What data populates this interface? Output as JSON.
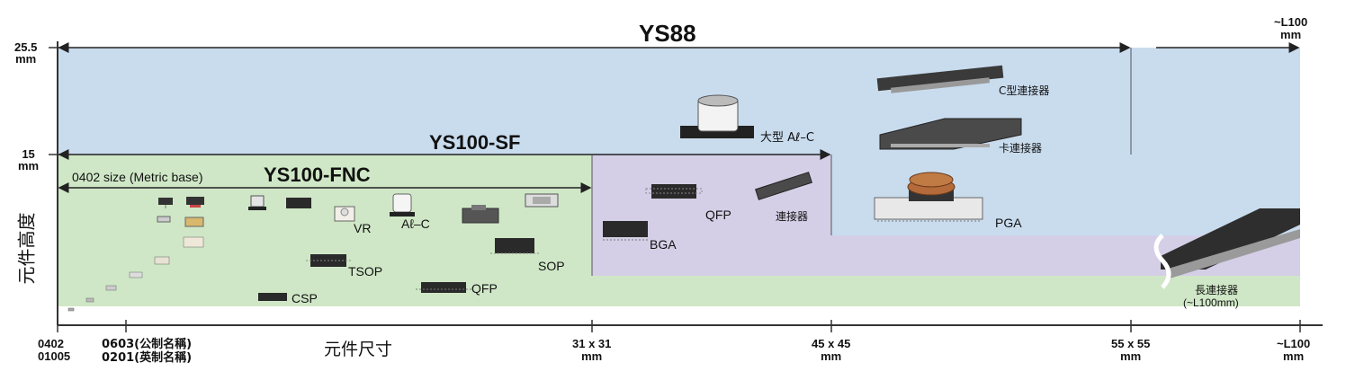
{
  "ranges": {
    "ys88": "YS88",
    "ys100sf": "YS100-SF",
    "ys100fnc": "YS100-FNC",
    "fnc_note": "0402 size  (Metric base)"
  },
  "y_axis": {
    "title": "元件高度",
    "tick_25_5": "25.5",
    "tick_15": "15",
    "unit": "mm"
  },
  "x_axis": {
    "title": "元件尺寸",
    "t0402": "0402",
    "t01005": "01005",
    "t0603": "0603(公制名稱)",
    "t0201": "0201(英制名稱)",
    "t31": "31 x 31",
    "t45": "45 x 45",
    "t55": "55 x 55",
    "tL100": "~L100",
    "unit": "mm"
  },
  "top_right": {
    "line1": "~L100",
    "line2": "mm"
  },
  "components": {
    "vr": "VR",
    "alc_small": "Aℓ–C",
    "tsop": "TSOP",
    "sop": "SOP",
    "csp": "CSP",
    "qfp_small": "QFP",
    "bga": "BGA",
    "qfp_mid": "QFP",
    "connector_mid": "連接器",
    "alc_large": "大型 Aℓ–C",
    "c_connector": "C型連接器",
    "card_connector": "卡連接器",
    "pga": "PGA",
    "long_connector": "長連接器",
    "long_connector_note": "(~L100mm)"
  },
  "colors": {
    "blue_zone": "#c7daee",
    "purple_zone": "#d2cde6",
    "green_zone": "#cde6c4"
  }
}
